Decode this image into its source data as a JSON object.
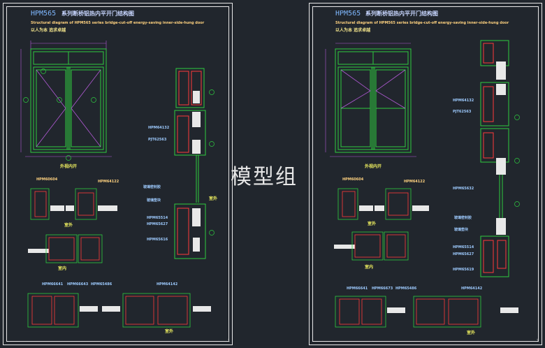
{
  "watermark": "模型组",
  "colors": {
    "background": "#21262d",
    "frame": "#e8e8e8",
    "profile": "#2ecc40",
    "detail": "#ff3b3b",
    "glass": "#7fd0ff",
    "text_blue": "#7fb8ff",
    "text_yellow": "#f0f060"
  },
  "sheets": [
    {
      "code": "HPM565",
      "title": "系列断桥铝热内平开门结构图",
      "subtitle": "Structural diagram of HPM565 series bridge-cut-off energy-saving inner-side-hung door",
      "meta": "以人为本 追求卓越",
      "elevation_caption": "外视内开",
      "labels": [
        "HPM60604",
        "HPM64122",
        "HPM64132",
        "PJT62563",
        "玻璃密封胶",
        "玻璃垫块",
        "HPM65514",
        "HPM65627",
        "HPM65616",
        "HPM66641",
        "HPM66643",
        "HPM65486",
        "HPM64142"
      ],
      "room_labels": [
        "室外",
        "室内",
        "室外",
        "室外"
      ],
      "page": "1"
    },
    {
      "code": "HPM565",
      "title": "系列断桥铝热内平开门结构图",
      "subtitle": "Structural diagram of HPM565 series bridge-cut-off energy-saving inner-side-hung door",
      "meta": "以人为本 追求卓越",
      "elevation_caption": "外视内开",
      "labels": [
        "HPM60604",
        "HPM64122",
        "HPM64132",
        "PJT62563",
        "HPM65632",
        "玻璃密封胶",
        "玻璃垫块",
        "HPM65514",
        "HPM65627",
        "HPM65619",
        "HPM66641",
        "HPM66673",
        "HPM65486",
        "HPM64142"
      ],
      "room_labels": [
        "室外",
        "室内",
        "室外"
      ],
      "page": "2"
    }
  ]
}
